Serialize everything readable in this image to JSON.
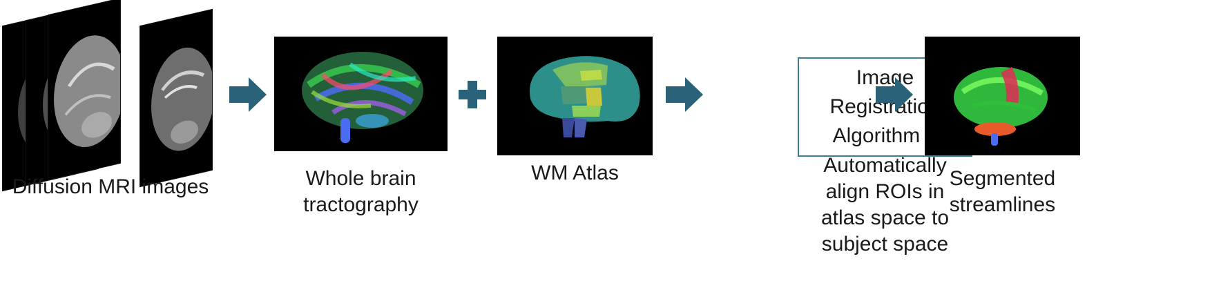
{
  "stages": {
    "dmri": {
      "caption": "Diffusion MRI images",
      "ellipsis": "…"
    },
    "tractography": {
      "caption": "Whole brain\ntractography"
    },
    "atlas": {
      "caption": "WM Atlas"
    },
    "registration": {
      "box_text": "Image\nRegistration\nAlgorithm ϕ",
      "caption": "Automatically\nalign ROIs in\natlas space to\nsubject space"
    },
    "segmented": {
      "caption": "Segmented\nstreamlines"
    }
  },
  "colors": {
    "arrow": "#2a627a",
    "box_border": "#3b7f8f"
  },
  "icons": [
    "arrow-right-icon",
    "plus-icon"
  ]
}
